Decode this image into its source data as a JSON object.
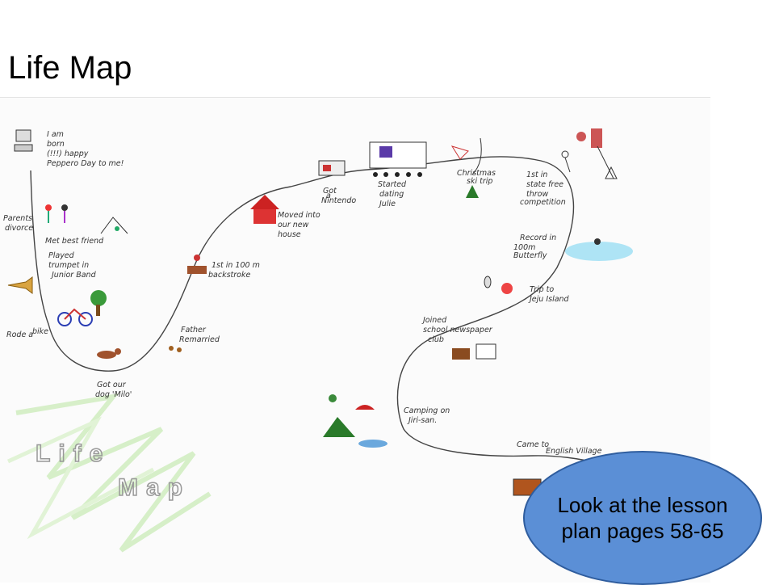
{
  "slide": {
    "title": "Life Map",
    "callout": {
      "line1": "Look at the lesson",
      "line2": "plan pages 58-65"
    }
  },
  "map": {
    "watermark_line1": "Life",
    "watermark_line2": "Map",
    "captions": {
      "born": [
        "I am",
        "born",
        "(!!!) happy",
        "Peppero Day to me!"
      ],
      "divorce": [
        "Parents",
        "divorce"
      ],
      "best_friend": [
        "Met best friend"
      ],
      "trumpet": [
        "Played",
        "trumpet in",
        "Junior Band"
      ],
      "bike": [
        "Rode a",
        "bike"
      ],
      "dog": [
        "Got our",
        "dog 'Milo'"
      ],
      "remarried": [
        "Father",
        "Remarried"
      ],
      "first_100": [
        "1st in 100 m",
        "backstroke"
      ],
      "new_house": [
        "Moved into",
        "our new",
        "house"
      ],
      "nintendo": [
        "Got",
        "a",
        "Nintendo"
      ],
      "dating": [
        "Started",
        "dating",
        "Julie"
      ],
      "christmas": [
        "Christmas",
        "ski trip"
      ],
      "state_free": [
        "1st in",
        "state free",
        "throw",
        "competition"
      ],
      "record": [
        "Record in",
        "100m",
        "Butterfly"
      ],
      "jeju": [
        "Trip to",
        "Jeju Island"
      ],
      "newspaper": [
        "Joined",
        "school newspaper",
        "club"
      ],
      "camping": [
        "Camping on",
        "Jiri-san."
      ],
      "english_village": [
        "Came to",
        "English Village"
      ]
    },
    "colors": {
      "path": "#444444",
      "callout_fill": "#5b8fd6",
      "callout_border": "#2f5d9e",
      "water": "#aee4f5",
      "grass": "#bfe8a8"
    }
  }
}
